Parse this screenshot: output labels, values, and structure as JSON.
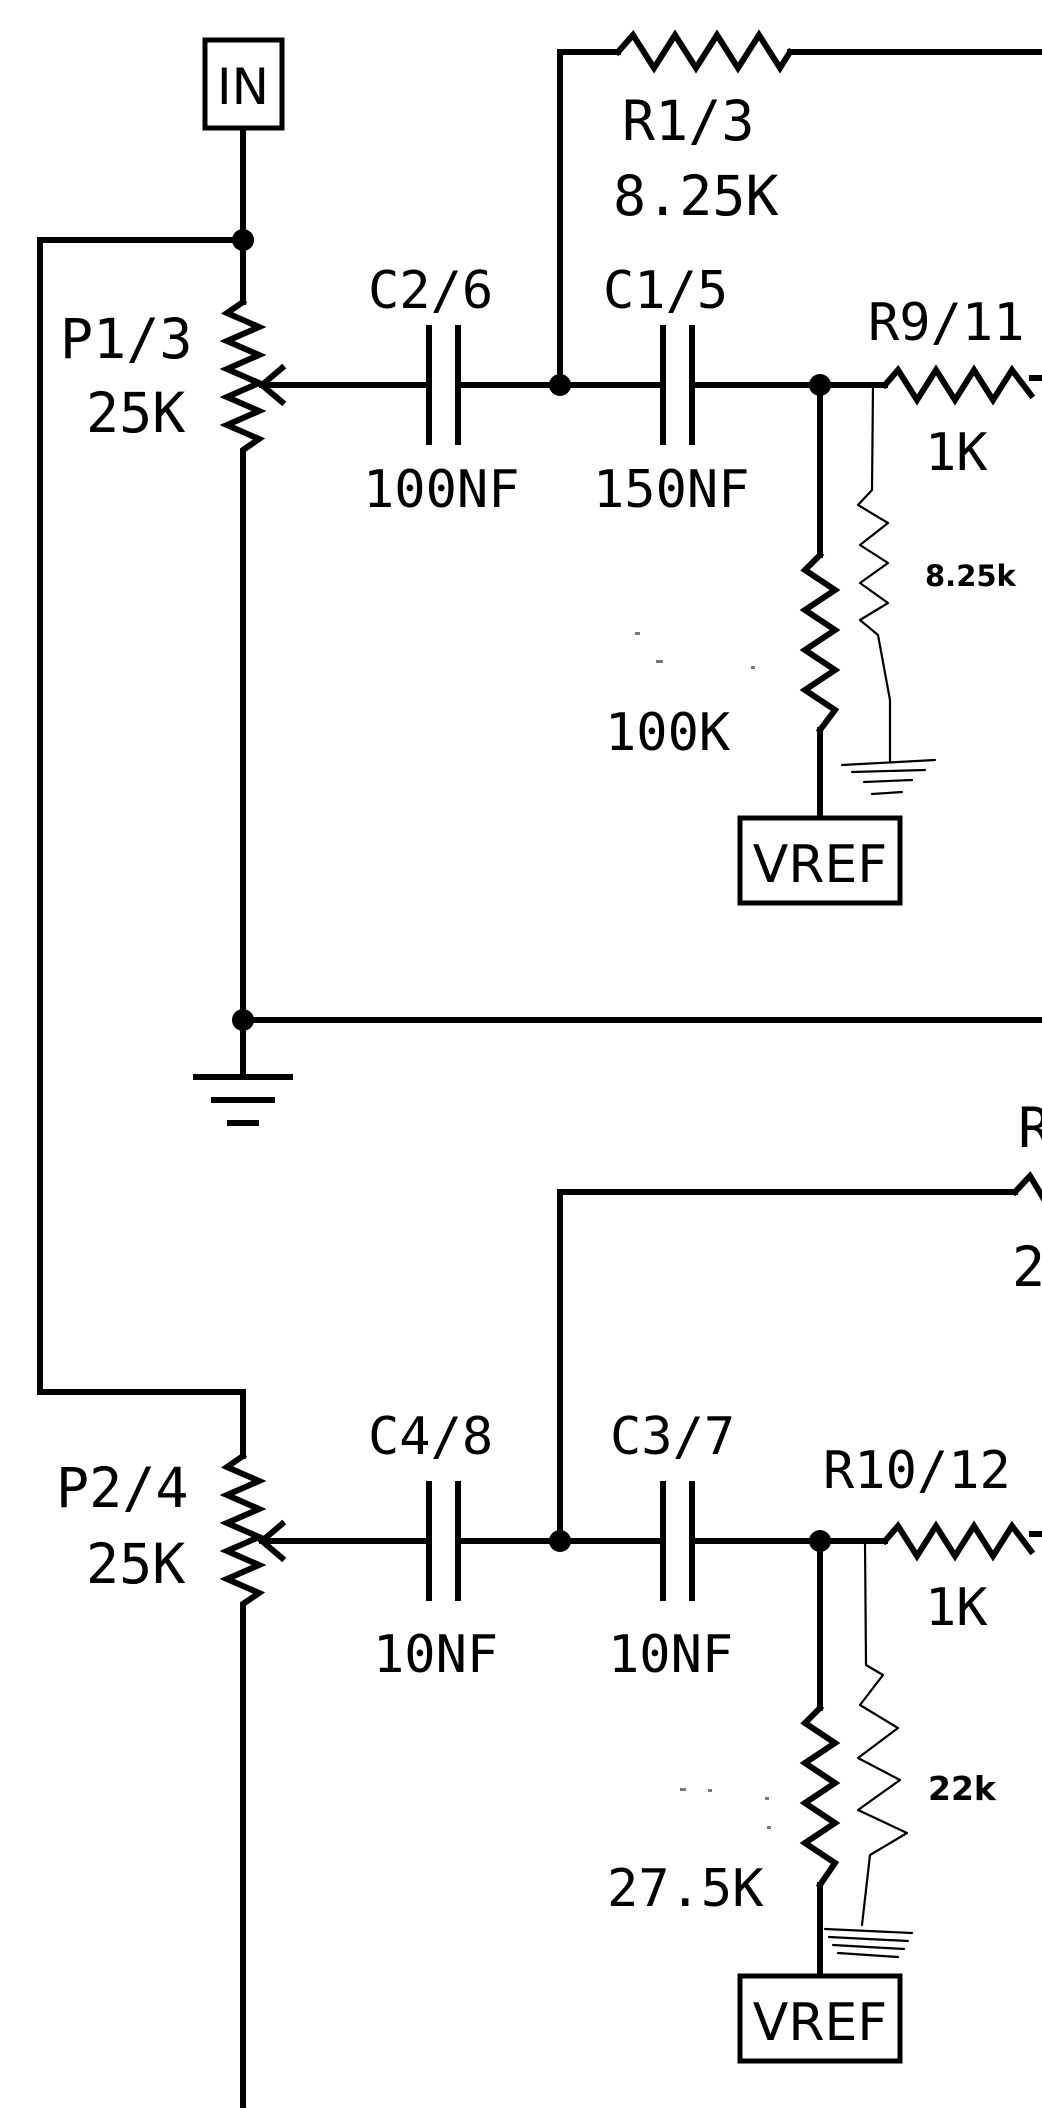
{
  "ports": {
    "input": "IN",
    "vref_top": "VREF",
    "vref_bottom": "VREF"
  },
  "upper_stage": {
    "pot": {
      "ref": "P1/3",
      "value": "25K"
    },
    "c_in": {
      "ref": "C2/6",
      "value": "100NF"
    },
    "c_series": {
      "ref": "C1/5",
      "value": "150NF"
    },
    "r_feedback": {
      "ref": "R1/3",
      "value": "8.25K"
    },
    "r_out": {
      "ref": "R9/11",
      "value": "1K"
    },
    "r_bias": {
      "value": "100K"
    },
    "r_added_hand": {
      "value": "8.25k"
    }
  },
  "lower_stage": {
    "pot": {
      "ref": "P2/4",
      "value": "25K"
    },
    "c_in": {
      "ref": "C4/8",
      "value": "10NF"
    },
    "c_series": {
      "ref": "C3/7",
      "value": "10NF"
    },
    "r_feedback": {
      "ref_partial": "R",
      "value_partial": "2"
    },
    "r_out": {
      "ref": "R10/12",
      "value": "1K"
    },
    "r_bias": {
      "value": "27.5K"
    },
    "r_added_hand": {
      "value": "22k"
    }
  }
}
